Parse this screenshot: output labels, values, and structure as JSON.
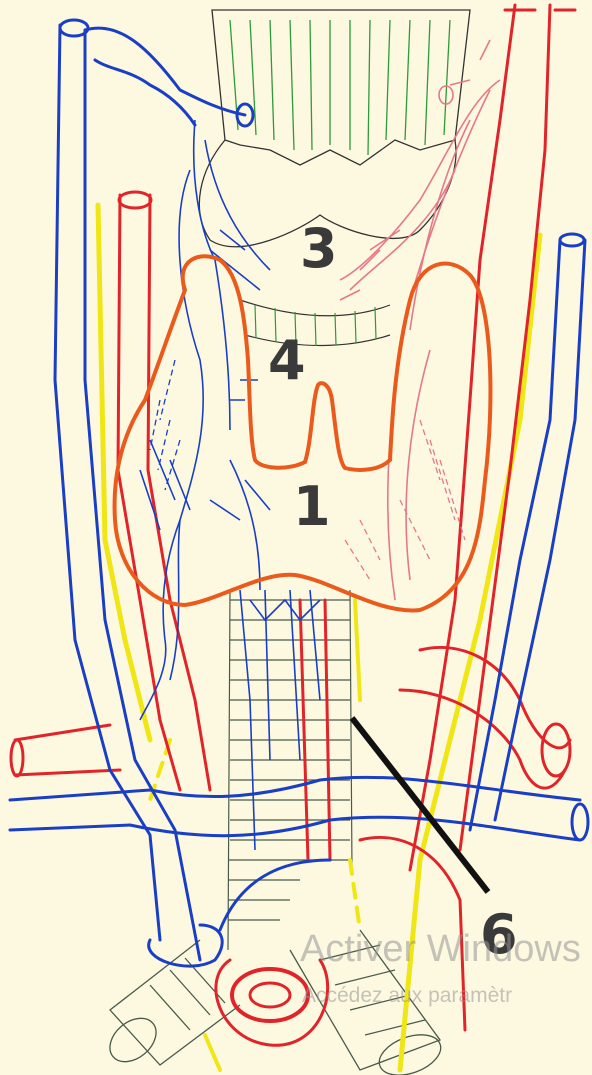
{
  "diagram": {
    "labels": [
      {
        "id": "3",
        "text": "3"
      },
      {
        "id": "4",
        "text": "4"
      },
      {
        "id": "1",
        "text": "1"
      },
      {
        "id": "6",
        "text": "6"
      }
    ]
  },
  "watermark": {
    "line1": "Activer Windows",
    "line2": "Accédez aux paramètr"
  },
  "colors": {
    "background": "#fdf9e1",
    "vein": "#1a3fc4",
    "artery": "#e0242a",
    "nerve": "#f1e615",
    "thyroid_outline": "#ea5a1c",
    "cartilage": "#2e9a3a",
    "trachea": "#4a5a4a",
    "pointer": "#111111"
  }
}
